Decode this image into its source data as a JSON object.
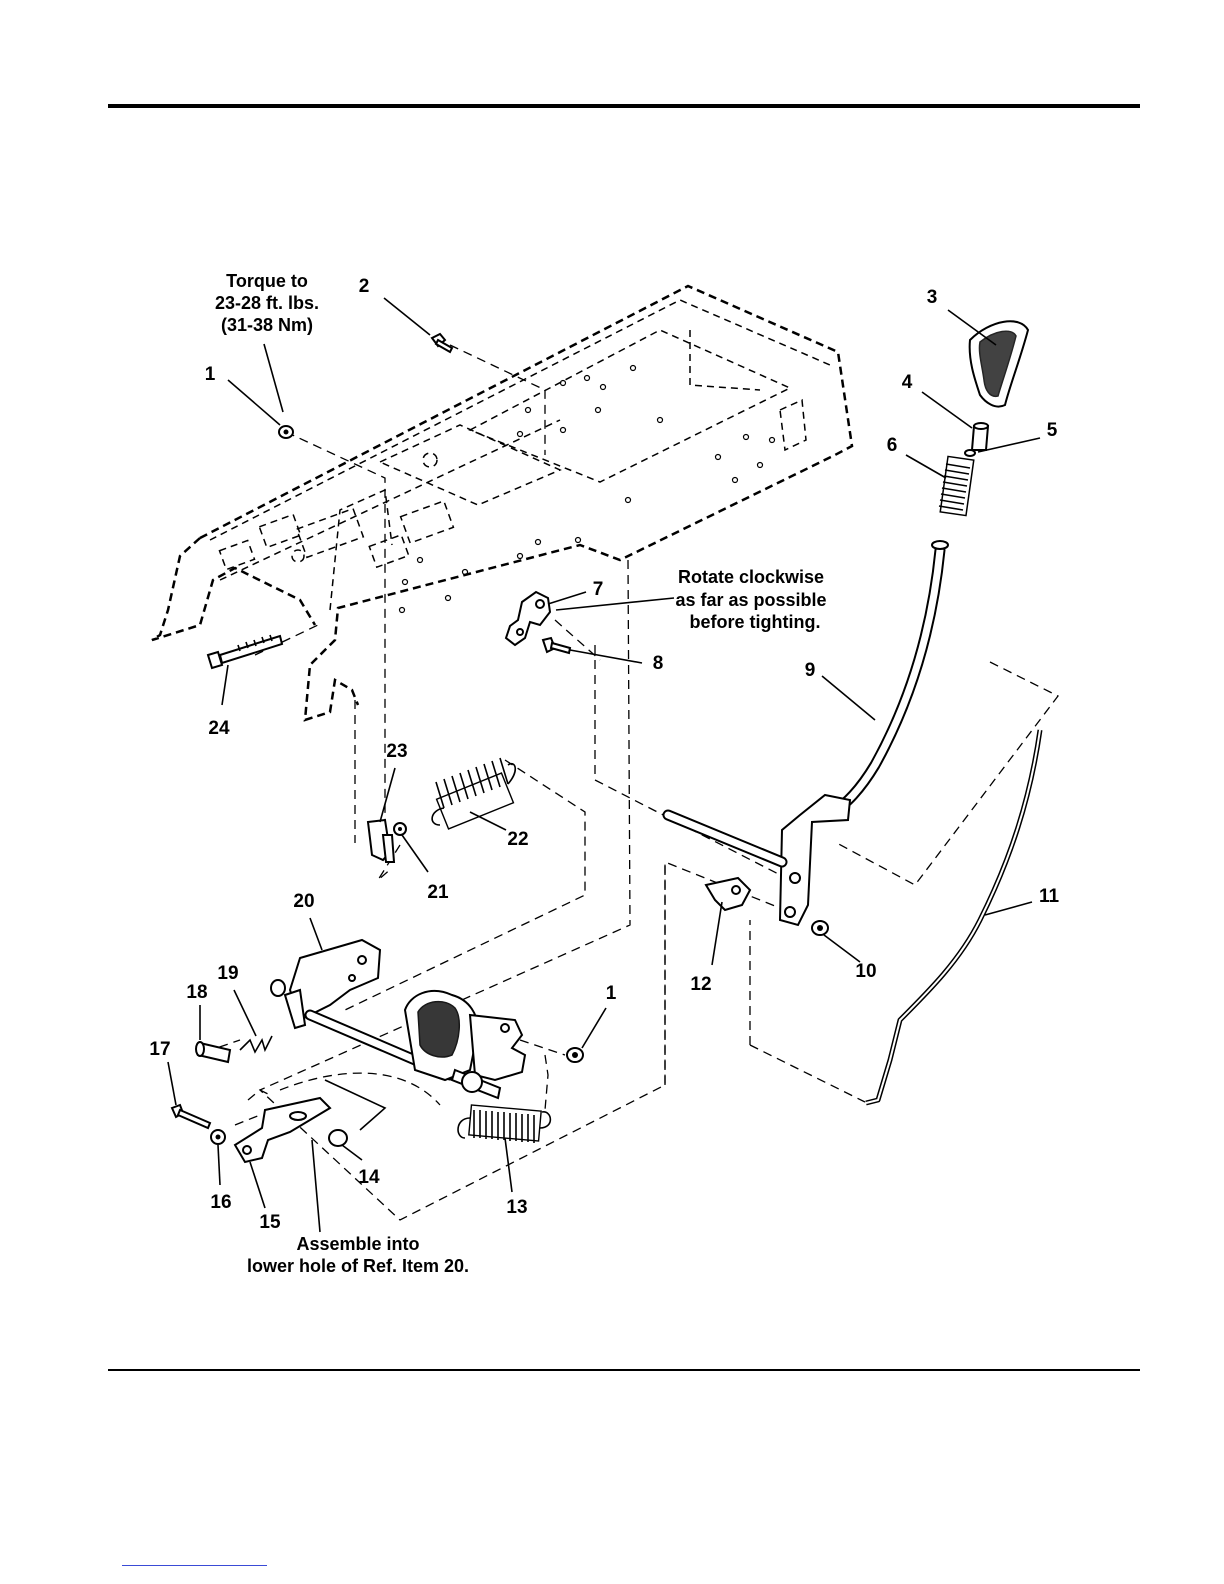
{
  "diagram": {
    "callouts": [
      {
        "id": "c1a",
        "text": "1"
      },
      {
        "id": "c2",
        "text": "2"
      },
      {
        "id": "c3",
        "text": "3"
      },
      {
        "id": "c4",
        "text": "4"
      },
      {
        "id": "c5",
        "text": "5"
      },
      {
        "id": "c6",
        "text": "6"
      },
      {
        "id": "c7",
        "text": "7"
      },
      {
        "id": "c8",
        "text": "8"
      },
      {
        "id": "c9",
        "text": "9"
      },
      {
        "id": "c10",
        "text": "10"
      },
      {
        "id": "c11",
        "text": "11"
      },
      {
        "id": "c12",
        "text": "12"
      },
      {
        "id": "c13",
        "text": "13"
      },
      {
        "id": "c14",
        "text": "14"
      },
      {
        "id": "c15",
        "text": "15"
      },
      {
        "id": "c16",
        "text": "16"
      },
      {
        "id": "c17",
        "text": "17"
      },
      {
        "id": "c18",
        "text": "18"
      },
      {
        "id": "c19",
        "text": "19"
      },
      {
        "id": "c20",
        "text": "20"
      },
      {
        "id": "c21",
        "text": "21"
      },
      {
        "id": "c22",
        "text": "22"
      },
      {
        "id": "c23",
        "text": "23"
      },
      {
        "id": "c24",
        "text": "24"
      },
      {
        "id": "c1b",
        "text": "1"
      }
    ],
    "notes": {
      "torque": [
        "Torque to",
        "23-28 ft. lbs.",
        "(31-38 Nm)"
      ],
      "rotate": [
        "Rotate clockwise",
        "as far as possible",
        "before tighting."
      ],
      "assemble": [
        "Assemble into",
        "lower hole of Ref. Item 20."
      ]
    }
  }
}
